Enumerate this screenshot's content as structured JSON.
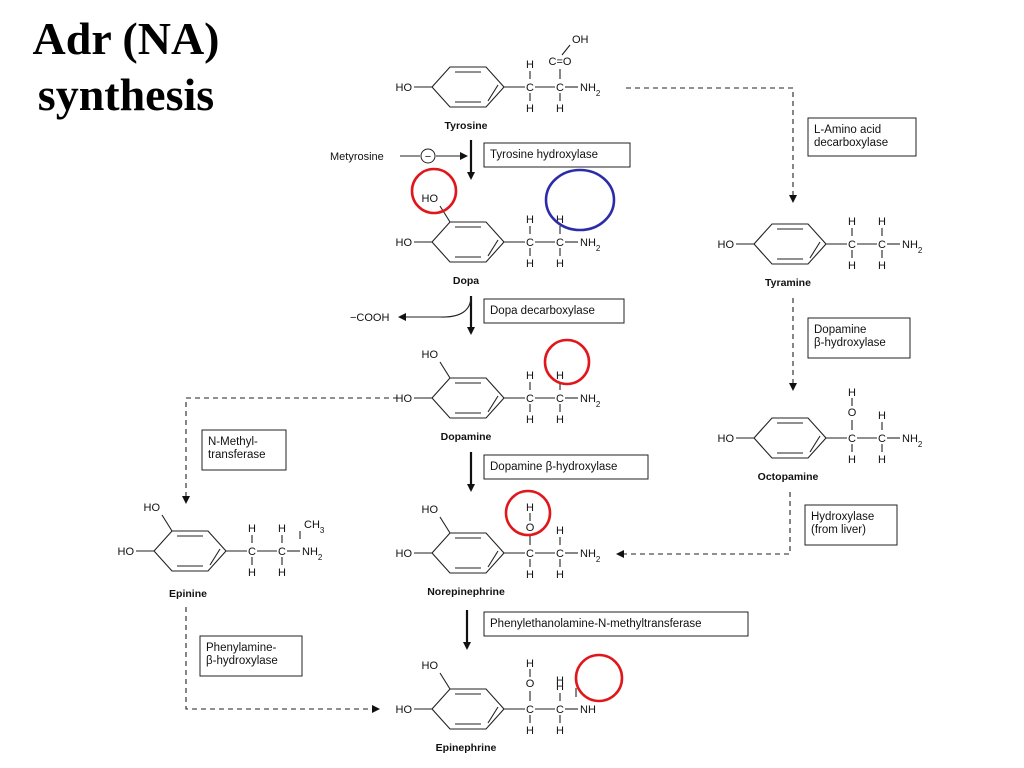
{
  "title": {
    "line1": "Adr (NA)",
    "line2": "synthesis"
  },
  "molecules": {
    "tyrosine": {
      "name": "Tyrosine"
    },
    "dopa": {
      "name": "Dopa"
    },
    "dopamine": {
      "name": "Dopamine"
    },
    "norepinephrine": {
      "name": "Norepinephrine"
    },
    "epinephrine": {
      "name": "Epinephrine"
    },
    "tyramine": {
      "name": "Tyramine"
    },
    "octopamine": {
      "name": "Octopamine"
    },
    "epinine": {
      "name": "Epinine"
    }
  },
  "atoms": {
    "ho": "HO",
    "h": "H",
    "c": "C",
    "o": "O",
    "oh": "OH",
    "nh2": "NH2",
    "nh": "NH",
    "ch3": "CH3",
    "c_eq_o": "C=O",
    "minus": "−"
  },
  "enzymes": {
    "tyrosine_hydroxylase": "Tyrosine hydroxylase",
    "dopa_decarboxylase": "Dopa decarboxylase",
    "dopamine_b_hydroxylase": "Dopamine β-hydroxylase",
    "pnmt": "Phenylethanolamine-N-methyltransferase",
    "l_amino_acid_decarboxylase_1": "L-Amino acid",
    "l_amino_acid_decarboxylase_2": "decarboxylase",
    "dopamine_b_hydroxylase_side_1": "Dopamine",
    "dopamine_b_hydroxylase_side_2": "β-hydroxylase",
    "hydroxylase_liver_1": "Hydroxylase",
    "hydroxylase_liver_2": "(from liver)",
    "n_methyltransferase_1": "N-Methyl-",
    "n_methyltransferase_2": "transferase",
    "phenylamine_b_hydroxylase_1": "Phenylamine-",
    "phenylamine_b_hydroxylase_2": "β-hydroxylase"
  },
  "annotations": {
    "metyrosine": "Metyrosine",
    "cooh": "−COOH"
  },
  "colors": {
    "highlight_red": "#e0161b",
    "highlight_blue": "#2c2ca8"
  }
}
